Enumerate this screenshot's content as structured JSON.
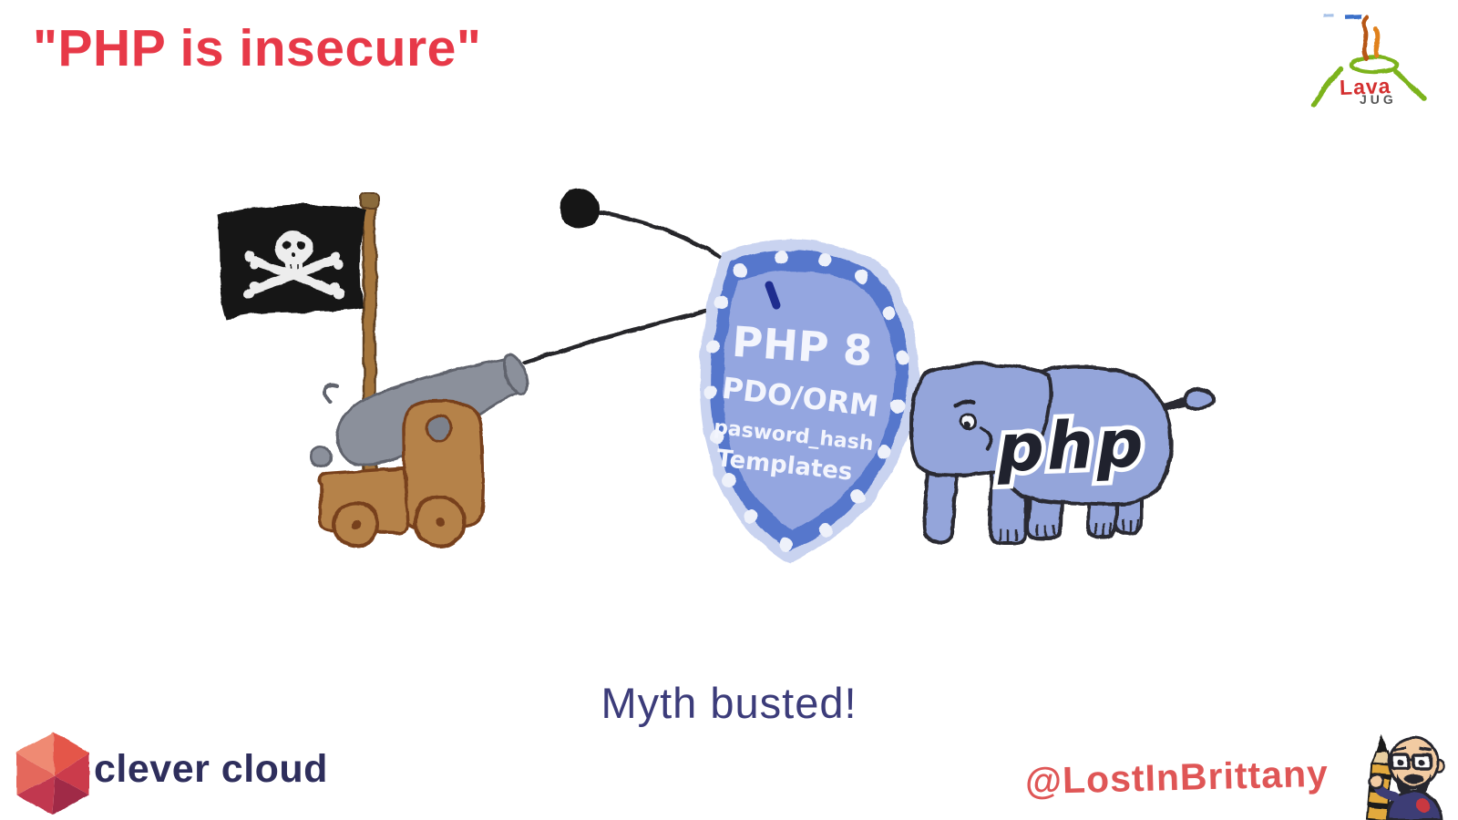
{
  "slide": {
    "title": "\"PHP is insecure\"",
    "caption": "Myth busted!"
  },
  "shield": {
    "lines": [
      "PHP 8",
      "PDO/ORM",
      "pasword_hash",
      "Templates"
    ]
  },
  "elephant": {
    "label": "php"
  },
  "logos": {
    "lavajug": {
      "top": "Lava",
      "bottom": "JUG"
    },
    "clever_cloud": "clever cloud",
    "author": "@LostInBrittany"
  },
  "colors": {
    "title_red": "#e73948",
    "caption_navy": "#3c3c7a",
    "shield_border_blue": "#5677cc",
    "shield_fill_blue": "#94a6e0",
    "shield_text_white": "#f3f5fd",
    "impact_navy": "#1f2d8f",
    "elephant_blue": "#94a5da",
    "php_ink": "#20222e",
    "carriage_brown": "#b5824a",
    "cannon_gray": "#8b909b",
    "flag_black": "#161616",
    "lava_green": "#7cb31f",
    "lava_orange": "#e0811f",
    "lava_red": "#d42f2f",
    "jug_gray": "#565656",
    "clever_navy": "#2e2e5c",
    "handle_red": "#df5656"
  }
}
